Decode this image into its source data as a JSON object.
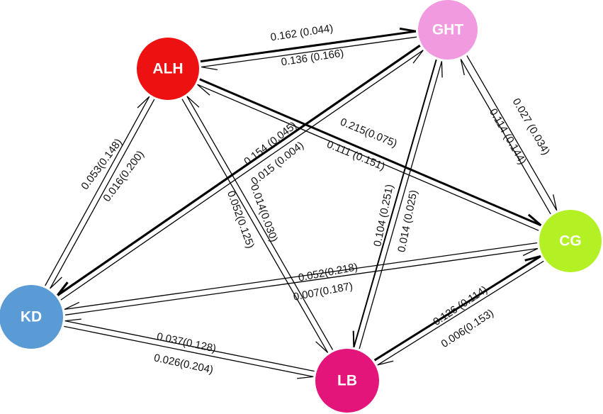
{
  "nodes": [
    {
      "id": "ALH",
      "label": "ALH",
      "color": "#EE1111"
    },
    {
      "id": "GHT",
      "label": "GHT",
      "color": "#F29AE0"
    },
    {
      "id": "CG",
      "label": "CG",
      "color": "#B3F024"
    },
    {
      "id": "LB",
      "label": "LB",
      "color": "#E3157A"
    },
    {
      "id": "KD",
      "label": "KD",
      "color": "#5B9BD5"
    }
  ],
  "edges": [
    {
      "from": "ALH",
      "to": "GHT",
      "label": "0.162 (0.044)"
    },
    {
      "from": "GHT",
      "to": "ALH",
      "label": "0.136 (0.166)"
    },
    {
      "from": "GHT",
      "to": "CG",
      "label": "0.027 (0.034)"
    },
    {
      "from": "CG",
      "to": "GHT",
      "label": "0.114 (0.144)"
    },
    {
      "from": "ALH",
      "to": "CG",
      "label": "0.215(0.075)"
    },
    {
      "from": "CG",
      "to": "ALH",
      "label": "0.111 (0.151)"
    },
    {
      "from": "GHT",
      "to": "KD",
      "label": "0.154 (0.045)"
    },
    {
      "from": "KD",
      "to": "GHT",
      "label": "0.015 (0.004)"
    },
    {
      "from": "ALH",
      "to": "KD",
      "label": "0.053(0.148)"
    },
    {
      "from": "KD",
      "to": "ALH",
      "label": "0.016(0.200)"
    },
    {
      "from": "ALH",
      "to": "LB",
      "label": "0.014(0.030)"
    },
    {
      "from": "LB",
      "to": "ALH",
      "label": "0.052(0.125)"
    },
    {
      "from": "GHT",
      "to": "LB",
      "label": "0.104 (0.251)"
    },
    {
      "from": "LB",
      "to": "GHT",
      "label": "0.014 (0.025)"
    },
    {
      "from": "CG",
      "to": "KD",
      "label": "0.052(0.218)"
    },
    {
      "from": "KD",
      "to": "CG",
      "label": "0.007(0.187)"
    },
    {
      "from": "LB",
      "to": "CG",
      "label": "0.126 (0.114)"
    },
    {
      "from": "CG",
      "to": "LB",
      "label": "0.006(0.153)"
    },
    {
      "from": "LB",
      "to": "KD",
      "label": "0.037(0.128)"
    },
    {
      "from": "KD",
      "to": "LB",
      "label": "0.026(0.204)"
    }
  ]
}
